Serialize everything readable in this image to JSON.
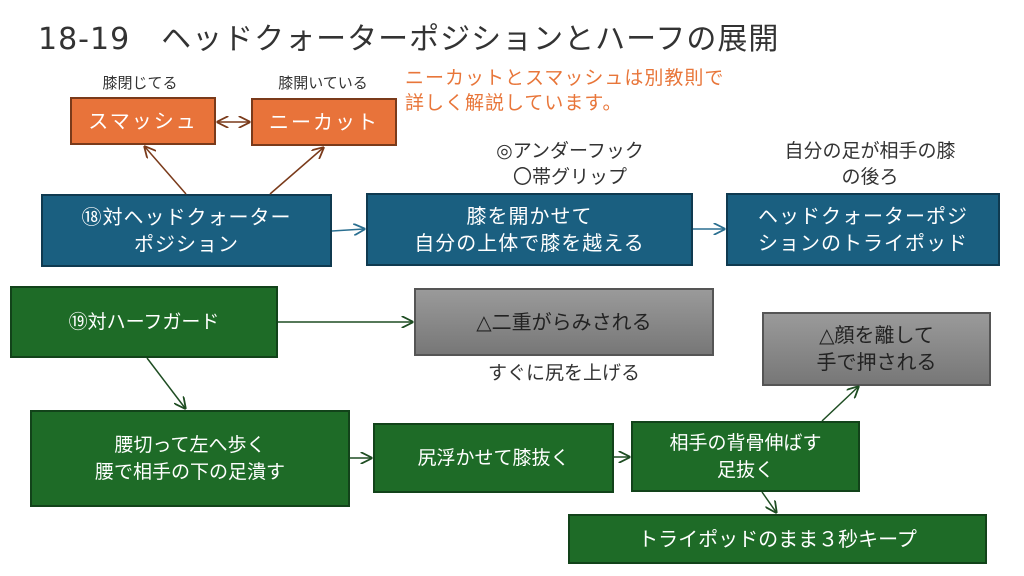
{
  "title": "18-19　ヘッドクォーターポジションとハーフの展開",
  "note": {
    "line1": "ニーカットとスマッシュは別教則で",
    "line2": "詳しく解説しています。"
  },
  "labels": {
    "knee_closed": "膝閉じてる",
    "knee_open": "膝開いている",
    "grip_line1": "◎アンダーフック",
    "grip_line2": "〇帯グリップ",
    "foot_line1": "自分の足が相手の膝",
    "foot_line2": "の後ろ",
    "hip_up": "すぐに尻を上げる"
  },
  "boxes": {
    "smash": "スマッシュ",
    "kneecut": "ニーカット",
    "hq": "⑱対ヘッドクォーター\nポジション",
    "open_knee": "膝を開かせて\n自分の上体で膝を越える",
    "hq_tripod": "ヘッドクォーターポジ\nションのトライポッド",
    "half": "⑲対ハーフガード",
    "double_lock": "△二重がらみされる",
    "face_push": "△顔を離して\n手で押される",
    "hip_walk": "腰切って左へ歩く\n腰で相手の下の足潰す",
    "hip_float": "尻浮かせて膝抜く",
    "spine": "相手の背骨伸ばす\n足抜く",
    "tripod_keep": "トライポッドのまま３秒キープ"
  },
  "colors": {
    "orange": "#e8733a",
    "blue": "#1a5f80",
    "green": "#1e6b27",
    "gray": "#888888",
    "note": "#e8763a",
    "arrow_brown": "#7a3a1a",
    "arrow_blue": "#2a6f90",
    "arrow_green": "#1e4d22"
  }
}
